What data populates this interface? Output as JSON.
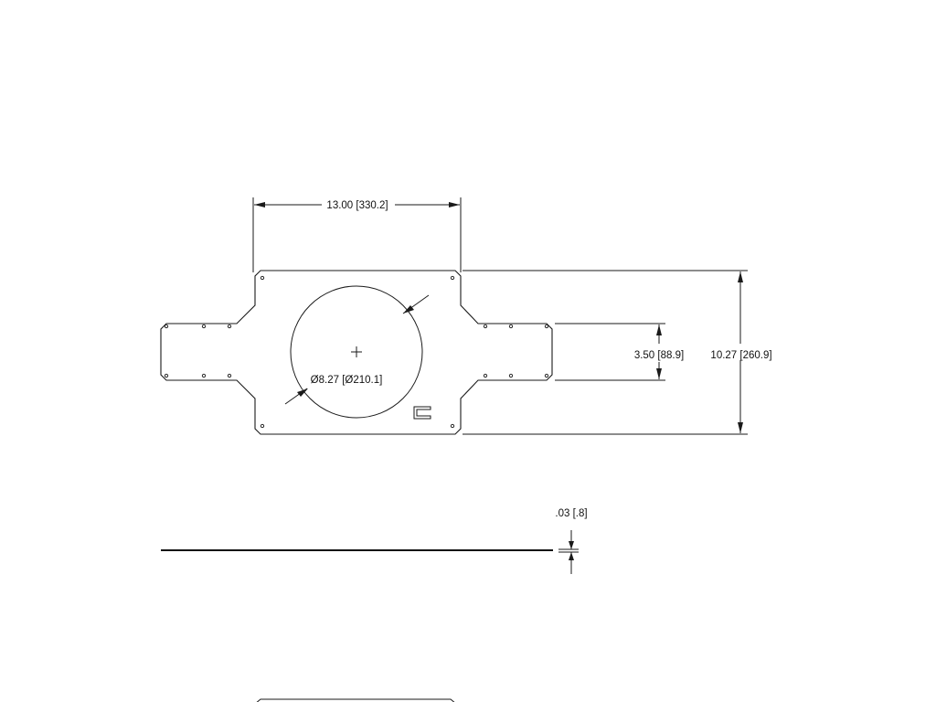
{
  "dimensions": {
    "width": "13.00 [330.2]",
    "height": "10.27 [260.9]",
    "tab_height": "3.50 [88.9]",
    "circle_diameter": "Ø8.27 [Ø210.1]",
    "thickness": ".03 [.8]"
  }
}
